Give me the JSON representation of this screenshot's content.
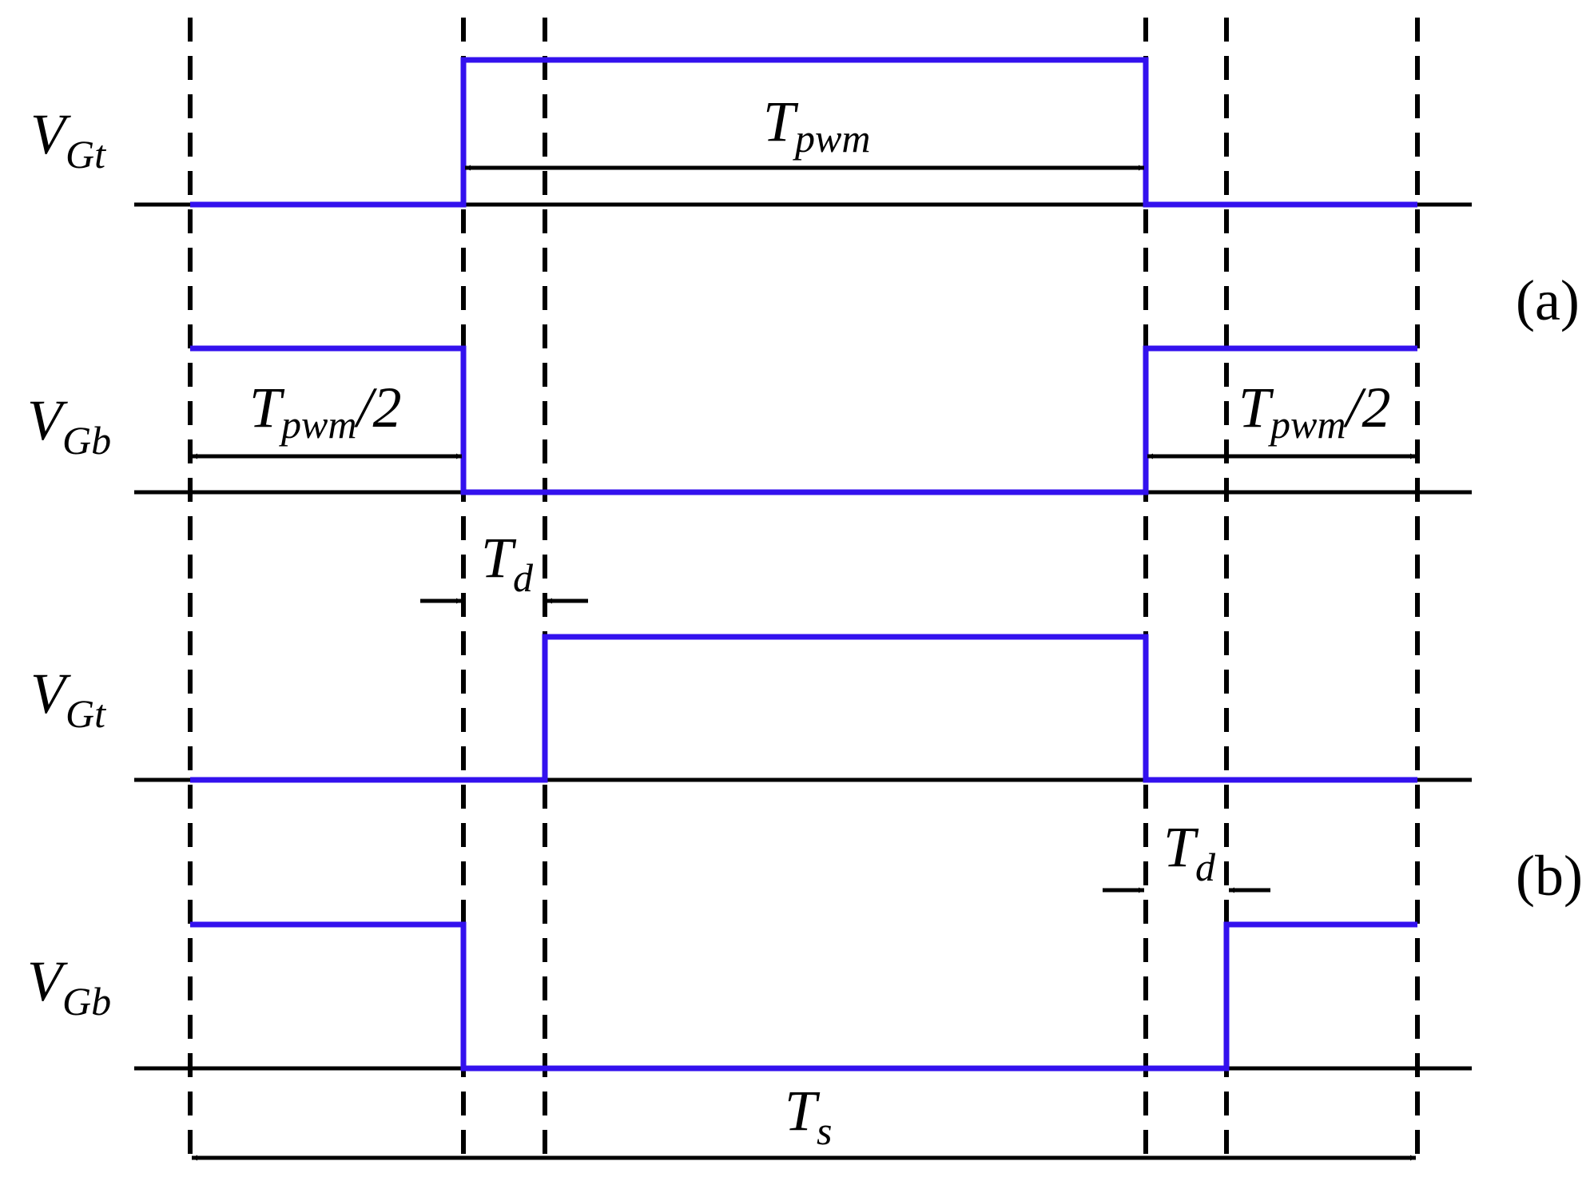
{
  "labels": {
    "vgt": {
      "main": "V",
      "sub": "Gt"
    },
    "vgb": {
      "main": "V",
      "sub": "Gb"
    },
    "tpwm": {
      "main": "T",
      "sub": "pwm"
    },
    "tpwm_half": {
      "main": "T",
      "sub": "pwm",
      "suffix": "/2"
    },
    "td": {
      "main": "T",
      "sub": "d"
    },
    "ts": {
      "main": "T",
      "sub": "s"
    },
    "panel_a": "(a)",
    "panel_b": "(b)"
  },
  "colors": {
    "signal": "#3311ee",
    "axis": "#000000"
  }
}
